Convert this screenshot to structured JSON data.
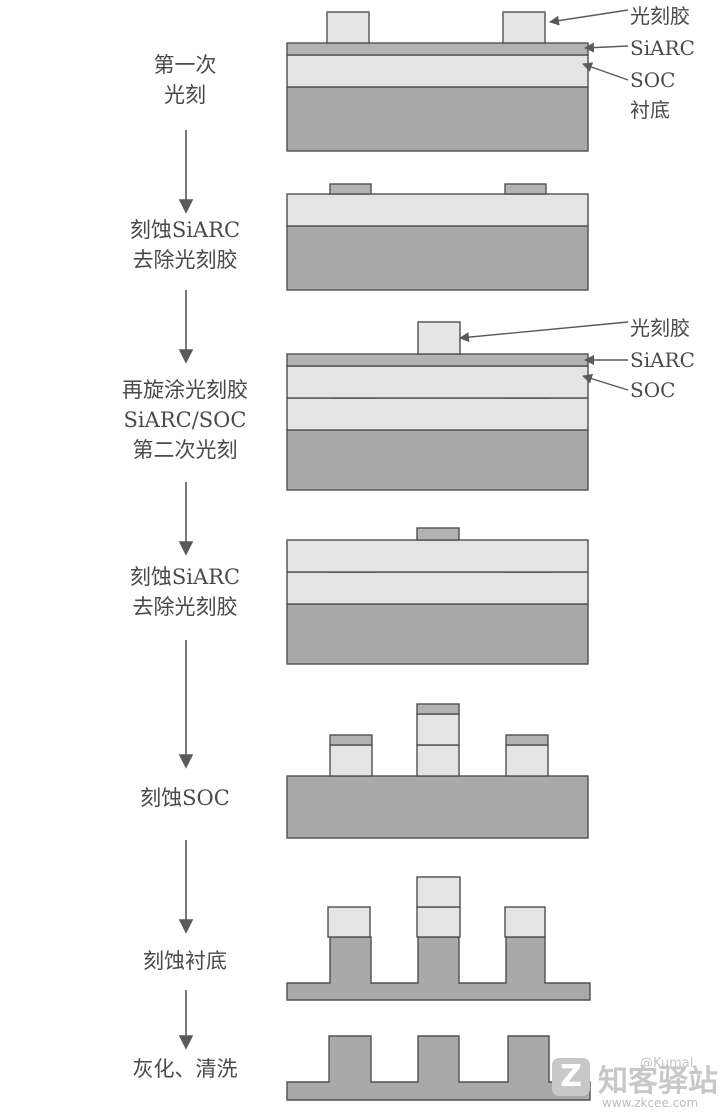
{
  "steps": [
    {
      "lines": [
        "第一次",
        "光刻"
      ]
    },
    {
      "lines": [
        "刻蚀SiARC",
        "去除光刻胶"
      ]
    },
    {
      "lines": [
        "再旋涂光刻胶",
        "SiARC/SOC",
        "第二次光刻"
      ]
    },
    {
      "lines": [
        "刻蚀SiARC",
        "去除光刻胶"
      ]
    },
    {
      "lines": [
        "刻蚀SOC"
      ]
    },
    {
      "lines": [
        "刻蚀衬底"
      ]
    },
    {
      "lines": [
        "灰化、清洗"
      ]
    }
  ],
  "callouts_step1": {
    "photoresist": "光刻胶",
    "siarc": "SiARC",
    "soc": "SOC",
    "substrate": "衬底"
  },
  "callouts_step3": {
    "photoresist": "光刻胶",
    "siarc": "SiARC",
    "soc": "SOC"
  },
  "watermark": {
    "logo": "Z",
    "text": "知客驿站",
    "url": "www.zkcee.com",
    "handle": "@Kumal"
  },
  "colors": {
    "substrate": "#a9a9a9",
    "soc": "#e4e4e4",
    "siarc": "#b3b3b3",
    "photoresist": "#e6e6e6",
    "outline": "#505050",
    "arrow": "#5a5a5a"
  }
}
